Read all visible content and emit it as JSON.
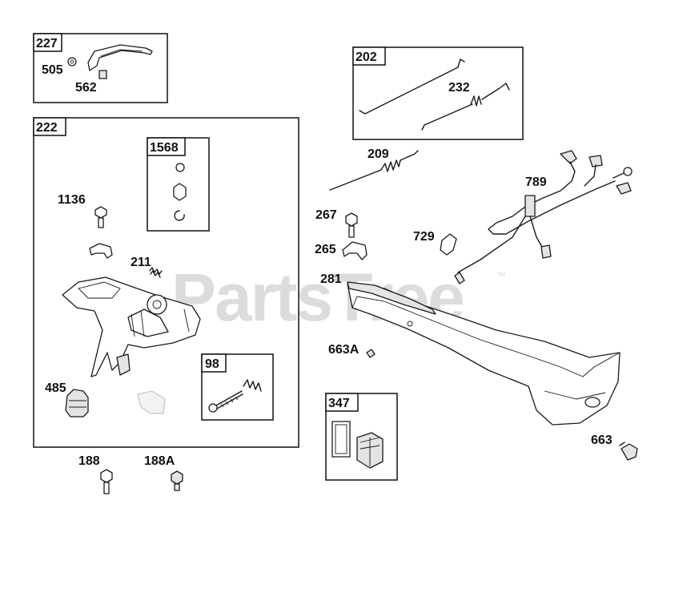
{
  "watermark": {
    "text": "PartsTree",
    "trademark": "™"
  },
  "boxes": {
    "b227": "227",
    "b222": "222",
    "b1568": "1568",
    "b98": "98",
    "b202": "202",
    "b347": "347"
  },
  "labels": {
    "p505": "505",
    "p562": "562",
    "p1136": "1136",
    "p211": "211",
    "p485": "485",
    "p188": "188",
    "p188a": "188A",
    "p232": "232",
    "p209": "209",
    "p789": "789",
    "p267": "267",
    "p265": "265",
    "p729": "729",
    "p281": "281",
    "p663a": "663A",
    "p663": "663"
  }
}
